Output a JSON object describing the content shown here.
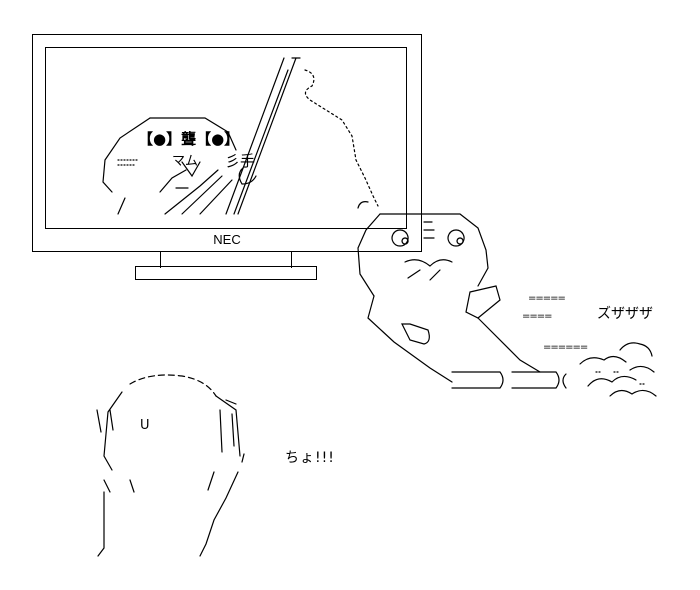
{
  "tv": {
    "brand": "NEC",
    "on_screen_face_eyes": "【●】聾【●】",
    "on_screen_mouth": "マム",
    "on_screen_hand": "彡手"
  },
  "sound_effect": "ズザザザ",
  "speed_lines": [
    "=====",
    "====",
    "======"
  ],
  "viewer": {
    "exclamation": "ちょ!!!",
    "mark": "U"
  }
}
